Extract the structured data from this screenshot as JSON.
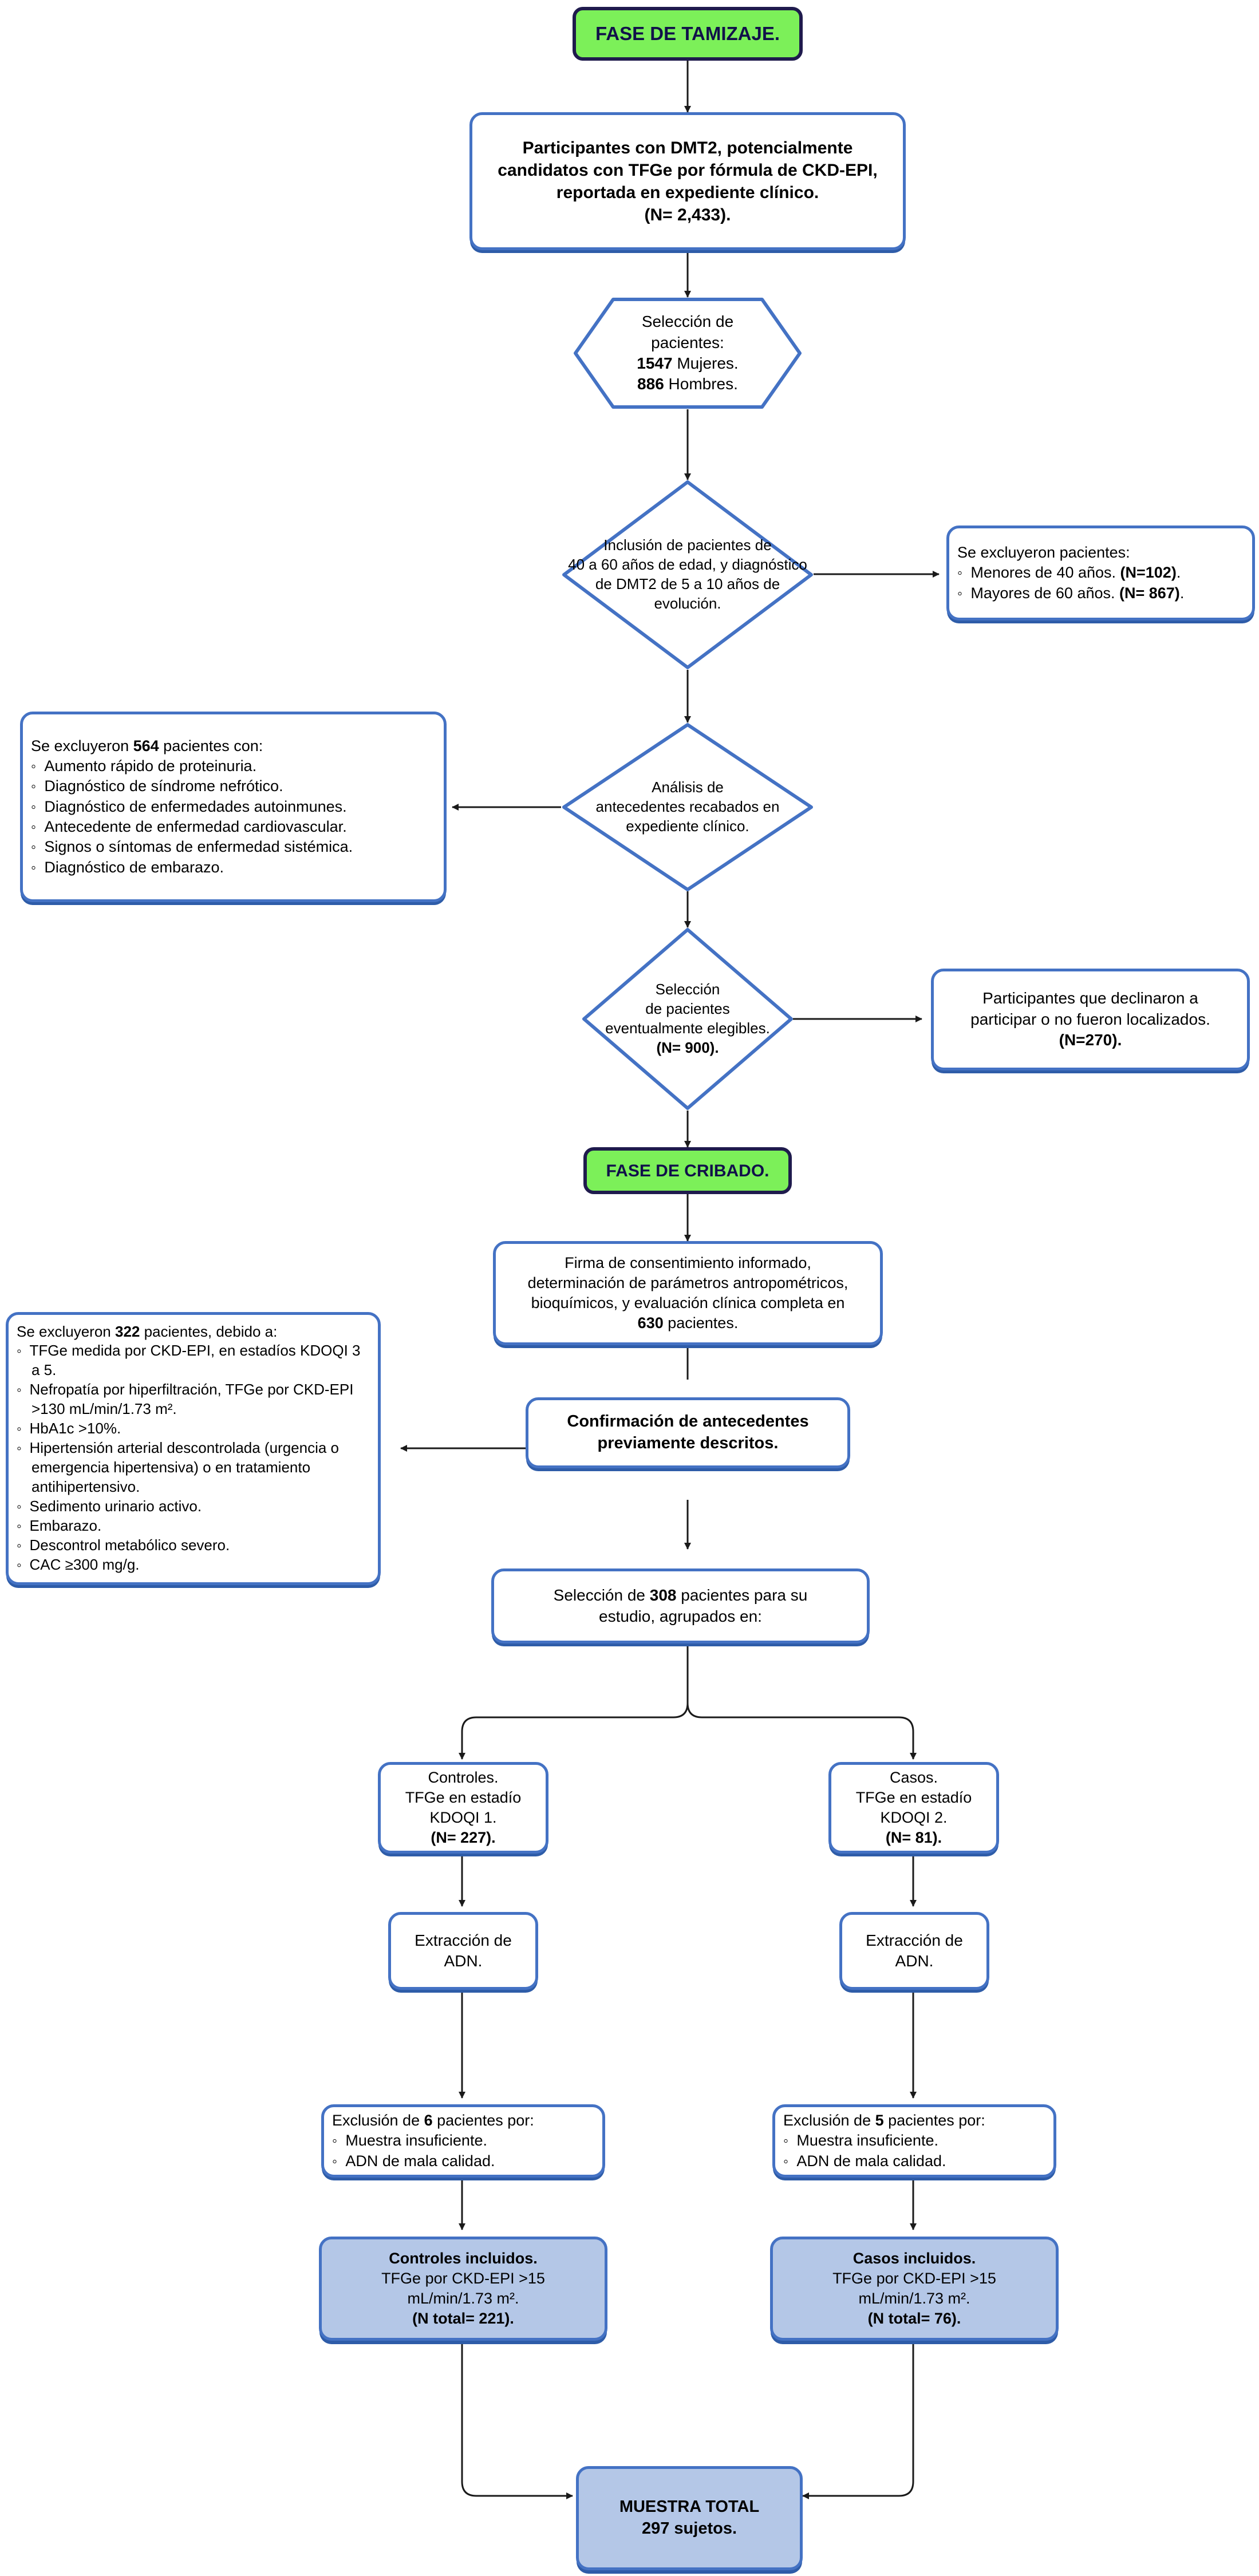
{
  "diagram": {
    "title": "Diagrama de flujo de selección de participantes",
    "colors": {
      "node_border": "#4472C4",
      "node_fill": "#FFFFFF",
      "highlight_fill": "#B4C7E7",
      "phase_fill": "#7CF059",
      "phase_border": "#1F1B4D",
      "connector": "#1A1A1A"
    }
  },
  "phases": {
    "screening": "FASE DE TAMIZAJE.",
    "sifting": "FASE DE CRIBADO."
  },
  "nodes": {
    "participants": {
      "line1": "Participantes con DMT2, potencialmente",
      "line2": "candidatos con TFGe por fórmula de CKD-EPI,",
      "line3": "reportada en expediente clínico.",
      "line4": "(N= 2,433)."
    },
    "patient_selection": {
      "line1": "Selección de",
      "line2": "pacientes:",
      "line3_value": "1547",
      "line3_text": " Mujeres.",
      "line4_value": "886",
      "line4_text": " Hombres."
    },
    "inclusion": {
      "line1": "Inclusión de pacientes de",
      "line2": "40 a 60 años de edad, y diagnóstico",
      "line3": "de DMT2 de 5 a 10 años de",
      "line4": "evolución."
    },
    "excluded_age": {
      "heading": "Se excluyeron pacientes:",
      "items": [
        {
          "text": "Menores de 40 años. ",
          "value": "(N=102)",
          "tail": "."
        },
        {
          "text": "Mayores de 60 años. ",
          "value": "(N= 867)",
          "tail": "."
        }
      ]
    },
    "records_analysis": {
      "line1": "Análisis de",
      "line2": "antecedentes recabados en",
      "line3": "expediente clínico."
    },
    "excluded_564": {
      "heading_pre": "Se excluyeron ",
      "heading_value": "564",
      "heading_post": " pacientes con:",
      "items": [
        "Aumento rápido de proteinuria.",
        "Diagnóstico de síndrome nefrótico.",
        "Diagnóstico de enfermedades autoinmunes.",
        "Antecedente de enfermedad cardiovascular.",
        "Signos o síntomas de enfermedad sistémica.",
        "Diagnóstico de embarazo."
      ]
    },
    "eligible_selection": {
      "line1": "Selección",
      "line2": "de pacientes",
      "line3": "eventualmente elegibles.",
      "line4": "(N= 900)."
    },
    "declined": {
      "line1": "Participantes que declinaron a",
      "line2": "participar o no fueron localizados.",
      "line3": "(N=270)."
    },
    "consent": {
      "line1": "Firma de consentimiento informado,",
      "line2": "determinación de parámetros antropométricos,",
      "line3": "bioquímicos, y evaluación clínica completa en",
      "line4_value": "630",
      "line4_text": " pacientes."
    },
    "excluded_322": {
      "heading_pre": "Se excluyeron ",
      "heading_value": "322",
      "heading_post": " pacientes, debido a:",
      "items": [
        "TFGe medida por CKD-EPI, en estadíos KDOQI 3 a 5.",
        "Nefropatía por hiperfiltración, TFGe por CKD-EPI >130 mL/min/1.73 m².",
        "HbA1c >10%.",
        "Hipertensión arterial descontrolada (urgencia o emergencia hipertensiva) o en tratamiento antihipertensivo.",
        "Sedimento urinario activo.",
        "Embarazo.",
        "Descontrol metabólico severo.",
        "CAC ≥300 mg/g."
      ]
    },
    "confirmation": {
      "line1": "Confirmación de antecedentes",
      "line2": "previamente descritos."
    },
    "selection_308": {
      "line1_pre": "Selección de ",
      "line1_value": "308",
      "line1_post": " pacientes para su",
      "line2": "estudio, agrupados en:"
    },
    "controls": {
      "line1": "Controles.",
      "line2": "TFGe en estadío",
      "line3": "KDOQI 1.",
      "line4": "(N= 227)."
    },
    "cases": {
      "line1": "Casos.",
      "line2": "TFGe en estadío",
      "line3": "KDOQI 2.",
      "line4": "(N= 81)."
    },
    "dna_left": {
      "line1": "Extracción de",
      "line2": "ADN."
    },
    "dna_right": {
      "line1": "Extracción de",
      "line2": "ADN."
    },
    "excluded_6": {
      "heading_pre": "Exclusión de ",
      "heading_value": "6",
      "heading_post": " pacientes por:",
      "items": [
        "Muestra insuficiente.",
        "ADN de mala calidad."
      ]
    },
    "excluded_5": {
      "heading_pre": "Exclusión de ",
      "heading_value": "5",
      "heading_post": " pacientes por:",
      "items": [
        "Muestra insuficiente.",
        "ADN de mala calidad."
      ]
    },
    "controls_included": {
      "line1": "Controles incluidos.",
      "line2": "TFGe por CKD-EPI >15",
      "line3": "mL/min/1.73 m².",
      "line4": "(N total= 221)."
    },
    "cases_included": {
      "line1": "Casos incluidos.",
      "line2": "TFGe por CKD-EPI >15",
      "line3": "mL/min/1.73 m².",
      "line4": "(N total= 76)."
    },
    "total_sample": {
      "line1": "MUESTRA TOTAL",
      "line2": "297 sujetos."
    }
  }
}
